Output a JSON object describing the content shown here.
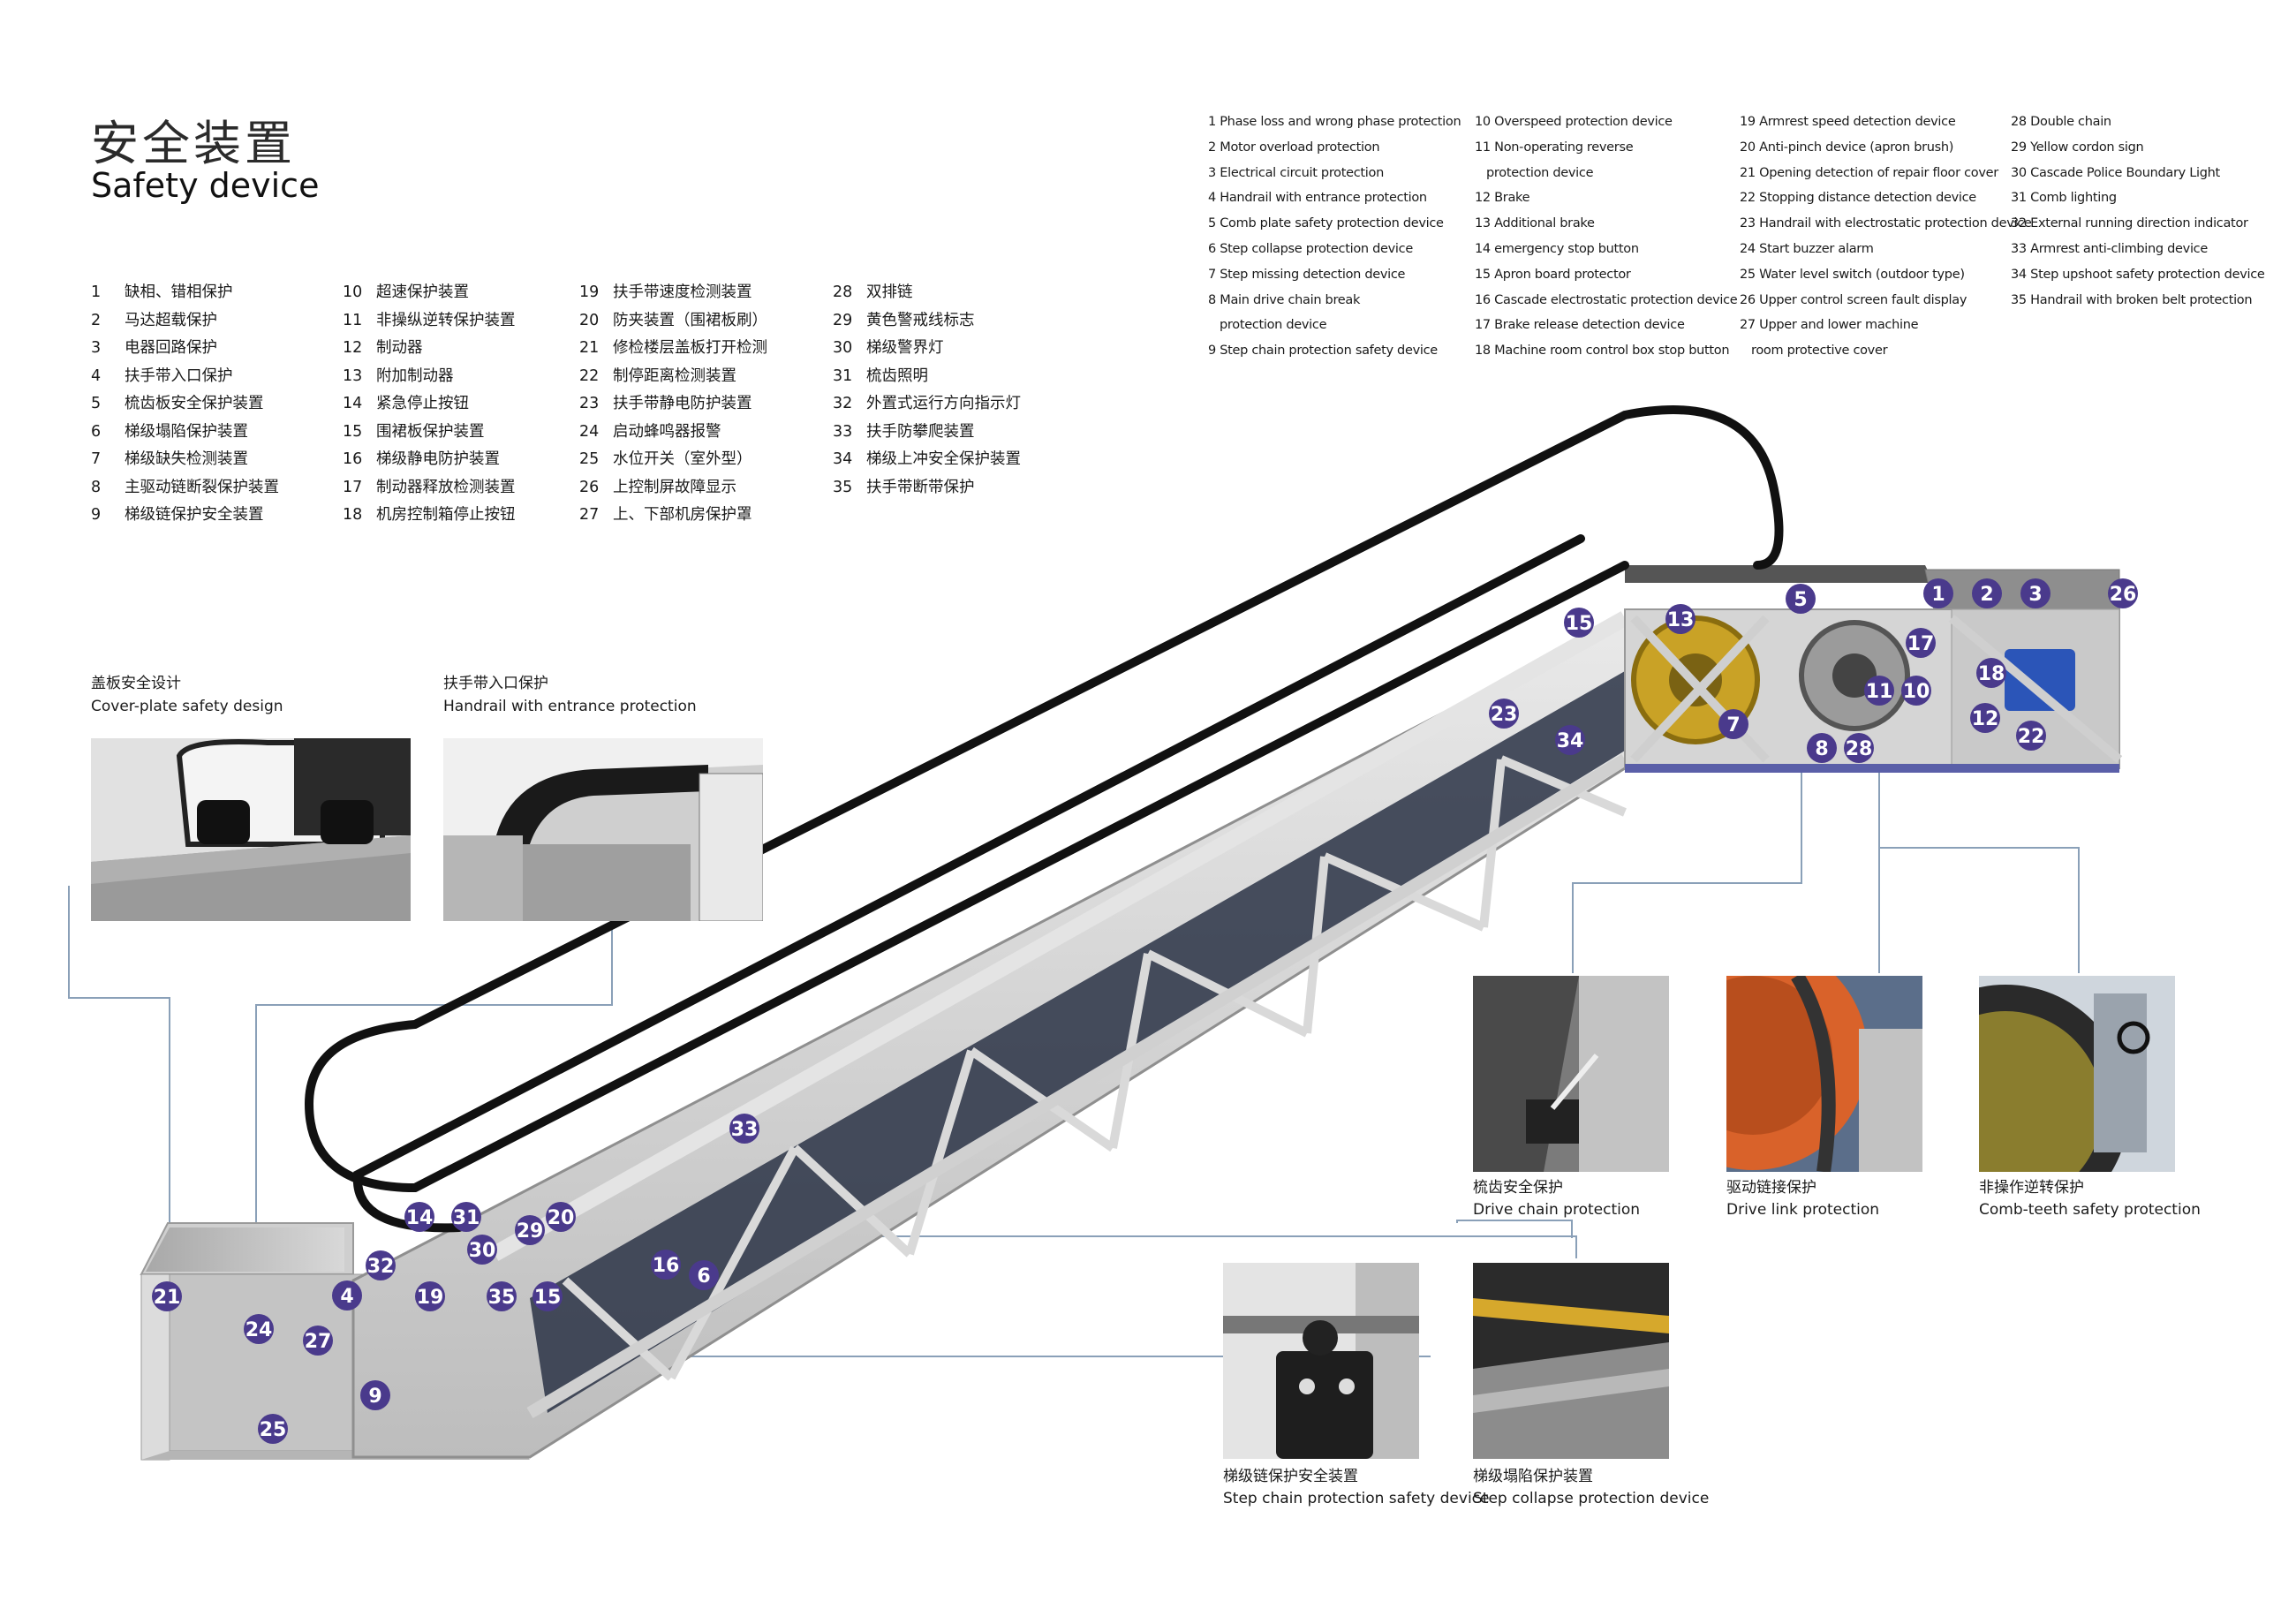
{
  "header": {
    "title_cn": "安全装置",
    "title_en": "Safety device"
  },
  "cn_items": [
    {
      "n": "1",
      "t": "缺相、错相保护"
    },
    {
      "n": "2",
      "t": "马达超载保护"
    },
    {
      "n": "3",
      "t": "电器回路保护"
    },
    {
      "n": "4",
      "t": "扶手带入口保护"
    },
    {
      "n": "5",
      "t": "梳齿板安全保护装置"
    },
    {
      "n": "6",
      "t": "梯级塌陷保护装置"
    },
    {
      "n": "7",
      "t": "梯级缺失检测装置"
    },
    {
      "n": "8",
      "t": "主驱动链断裂保护装置"
    },
    {
      "n": "9",
      "t": "梯级链保护安全装置"
    },
    {
      "n": "10",
      "t": "超速保护装置"
    },
    {
      "n": "11",
      "t": "非操纵逆转保护装置"
    },
    {
      "n": "12",
      "t": "制动器"
    },
    {
      "n": "13",
      "t": "附加制动器"
    },
    {
      "n": "14",
      "t": "紧急停止按钮"
    },
    {
      "n": "15",
      "t": "围裙板保护装置"
    },
    {
      "n": "16",
      "t": "梯级静电防护装置"
    },
    {
      "n": "17",
      "t": "制动器释放检测装置"
    },
    {
      "n": "18",
      "t": "机房控制箱停止按钮"
    },
    {
      "n": "19",
      "t": "扶手带速度检测装置"
    },
    {
      "n": "20",
      "t": "防夹装置（围裙板刷）"
    },
    {
      "n": "21",
      "t": "修检楼层盖板打开检测"
    },
    {
      "n": "22",
      "t": "制停距离检测装置"
    },
    {
      "n": "23",
      "t": "扶手带静电防护装置"
    },
    {
      "n": "24",
      "t": "启动蜂鸣器报警"
    },
    {
      "n": "25",
      "t": "水位开关（室外型）"
    },
    {
      "n": "26",
      "t": "上控制屏故障显示"
    },
    {
      "n": "27",
      "t": "上、下部机房保护罩"
    },
    {
      "n": "28",
      "t": "双排链"
    },
    {
      "n": "29",
      "t": "黄色警戒线标志"
    },
    {
      "n": "30",
      "t": "梯级警界灯"
    },
    {
      "n": "31",
      "t": "梳齿照明"
    },
    {
      "n": "32",
      "t": "外置式运行方向指示灯"
    },
    {
      "n": "33",
      "t": "扶手防攀爬装置"
    },
    {
      "n": "34",
      "t": "梯级上冲安全保护装置"
    },
    {
      "n": "35",
      "t": "扶手带断带保护"
    }
  ],
  "en_cols": [
    [
      "1 Phase loss and wrong phase protection",
      "2 Motor overload protection",
      "3 Electrical circuit protection",
      "4 Handrail with entrance protection",
      "5 Comb plate safety protection device",
      "6 Step collapse protection device",
      "7 Step missing detection device",
      "8 Main drive chain break",
      "protection device",
      "9 Step chain protection safety device"
    ],
    [
      "10 Overspeed protection device",
      "11 Non-operating reverse",
      "protection device",
      "12 Brake",
      "13 Additional brake",
      "14 emergency stop button",
      "15 Apron board protector",
      "16 Cascade electrostatic protection device",
      "17 Brake release detection device",
      "18 Machine room control box stop button"
    ],
    [
      "19 Armrest speed detection device",
      "20 Anti-pinch device (apron brush)",
      "21 Opening detection of repair floor cover",
      "22 Stopping distance detection device",
      "23 Handrail with electrostatic protection device",
      "24 Start buzzer alarm",
      "25 Water level switch (outdoor type)",
      "26 Upper control screen fault display",
      "27 Upper and lower machine",
      "room protective cover"
    ],
    [
      "28 Double chain",
      "29 Yellow cordon sign",
      "30 Cascade Police Boundary Light",
      "31 Comb lighting",
      "32 External running direction indicator",
      "33 Armrest anti-climbing device",
      "34 Step upshoot safety protection device",
      "35 Handrail with broken belt protection"
    ]
  ],
  "photos": [
    {
      "cn": "盖板安全设计",
      "en": "Cover-plate safety design"
    },
    {
      "cn": "扶手带入口保护",
      "en": "Handrail with entrance protection"
    },
    {
      "cn": "梳齿安全保护",
      "en": "Drive chain protection"
    },
    {
      "cn": "驱动链接保护",
      "en": "Drive link protection"
    },
    {
      "cn": "非操作逆转保护",
      "en": "Comb-teeth safety protection"
    },
    {
      "cn": "梯级链保护安全装置",
      "en": "Step chain protection safety device"
    },
    {
      "cn": "梯级塌陷保护装置",
      "en": "Step collapse protection device"
    }
  ],
  "badges": [
    "1",
    "2",
    "3",
    "26",
    "5",
    "13",
    "15",
    "17",
    "18",
    "11",
    "10",
    "12",
    "22",
    "7",
    "23",
    "34",
    "8",
    "28",
    "33",
    "14",
    "31",
    "29",
    "20",
    "30",
    "32",
    "4",
    "19",
    "35",
    "15",
    "16",
    "6",
    "21",
    "24",
    "27",
    "9",
    "25"
  ],
  "colors": {
    "badge": "#4a3a8c",
    "frame": "#d4d4d4",
    "truss": "#c9c9c9",
    "handrail": "#111111",
    "leader": "#8aa0b8"
  }
}
